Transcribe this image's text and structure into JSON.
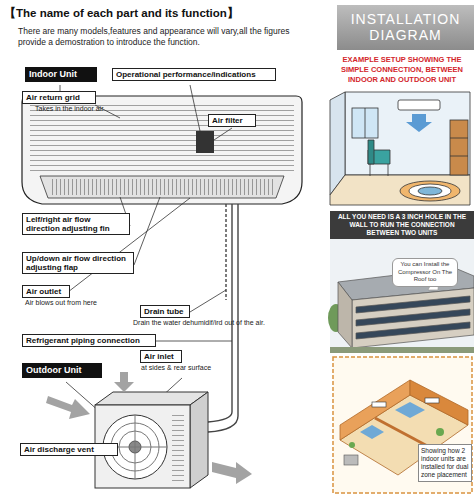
{
  "diagram": {
    "title": "【The name of each part and its function】",
    "nodes": [
      {
        "text": [
          "Indoor Unit"
        ]
      },
      {
        "text": [
          "Operational performance/indications"
        ]
      },
      {
        "text": [
          "Air return grid",
          "Takes in the indoor air"
        ]
      },
      {
        "text": [
          "Air filter"
        ]
      },
      {
        "text": [
          "Lelf/right air flow direction adjusting fin"
        ]
      },
      {
        "text": [
          "Up/down air flow direction adjusting flap"
        ]
      },
      {
        "text": [
          "Air outlet",
          "Air blows out from here"
        ]
      },
      {
        "text": [
          "Drain tube",
          "Drain the water dehumidif/ird out of the air."
        ]
      },
      {
        "text": [
          "Refrigerant piping connection"
        ]
      },
      {
        "text": [
          "Outdoor Unit"
        ]
      },
      {
        "text": [
          "Air inlet",
          "at sides & rear surface"
        ]
      },
      {
        "text": [
          "Air discharge vent"
        ]
      },
      {
        "text": [
          "INSTALLATION DIAGRAM"
        ]
      },
      {
        "text": [
          "ALL YOU NEED IS A 3 INCH HOLE IN THE WALL TO RUN THE CONNECTION BETWEEN TWO UNITS"
        ]
      },
      {
        "text": [
          "You can Install the Compressor On The Roof too"
        ]
      },
      {
        "text": [
          "Showing how 2 indoor units are installed for dual zone placement"
        ]
      }
    ],
    "labels": [
      "There are many models,features and appearance will vary,all the figures provide a demostration to introduce the function.",
      "EXAMPLE SETUP SHOWING THE SIMPLE CONNECTION, BETWEEN INDOOR AND OUTDOOR UNIT"
    ]
  }
}
